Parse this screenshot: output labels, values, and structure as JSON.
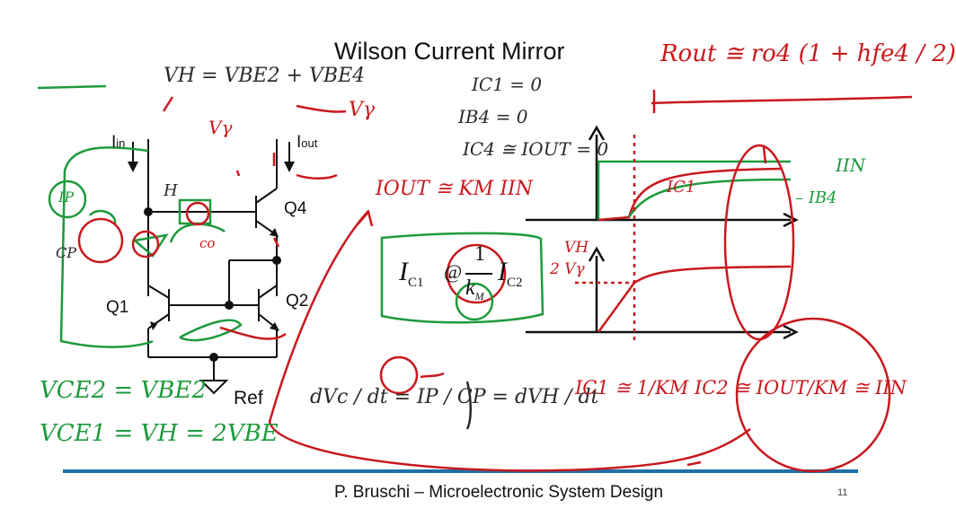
{
  "slide": {
    "title": "Wilson Current Mirror",
    "footer": "P. Bruschi – Microelectronic System Design",
    "page_number": "11"
  },
  "circuit": {
    "i_in": "I",
    "i_in_sub": "in",
    "i_out": "I",
    "i_out_sub": "out",
    "q1": "Q1",
    "q2": "Q2",
    "q4": "Q4",
    "ref": "Ref"
  },
  "formula": {
    "lhs": "I",
    "lhs_sub": "C1",
    "relation": "@",
    "numerator": "1",
    "denominator": "k",
    "denominator_sub": "M",
    "rhs": "I",
    "rhs_sub": "C2"
  },
  "annotations": {
    "rout": "Rout ≅ ro4 (1 + hfe4 / 2)",
    "vh_eq": "VH = VBE2 + VBE4",
    "vgamma": "Vγ",
    "vgamma2": "Vγ",
    "ic1": "IC1 = 0",
    "ib4": "IB4 = 0",
    "ic4": "IC4 ≅ IOUT = 0",
    "iout_km": "IOUT ≅ KM IIN",
    "graph_iin": "IIN",
    "graph_ic1": "IC1",
    "graph_ib4": "– IB4",
    "graph_vh": "VH",
    "graph_2vg": "2 Vγ",
    "vce2": "VCE2 = VBE2",
    "vce1": "VCE1 = VH = 2VBE",
    "dvc": "dVc / dt = IP / CP = dVH / dt",
    "ic1_chain": "IC1 ≅ 1/KM IC2 ≅ IOUT/KM ≅ IIN",
    "ip": "IP",
    "cp": "CP",
    "h": "H",
    "co": "co"
  },
  "colors": {
    "ink_red": "#c8191e",
    "ink_green": "#1e9a3c",
    "ink_black": "#2a2a2a",
    "rule": "#1f6fa8"
  }
}
